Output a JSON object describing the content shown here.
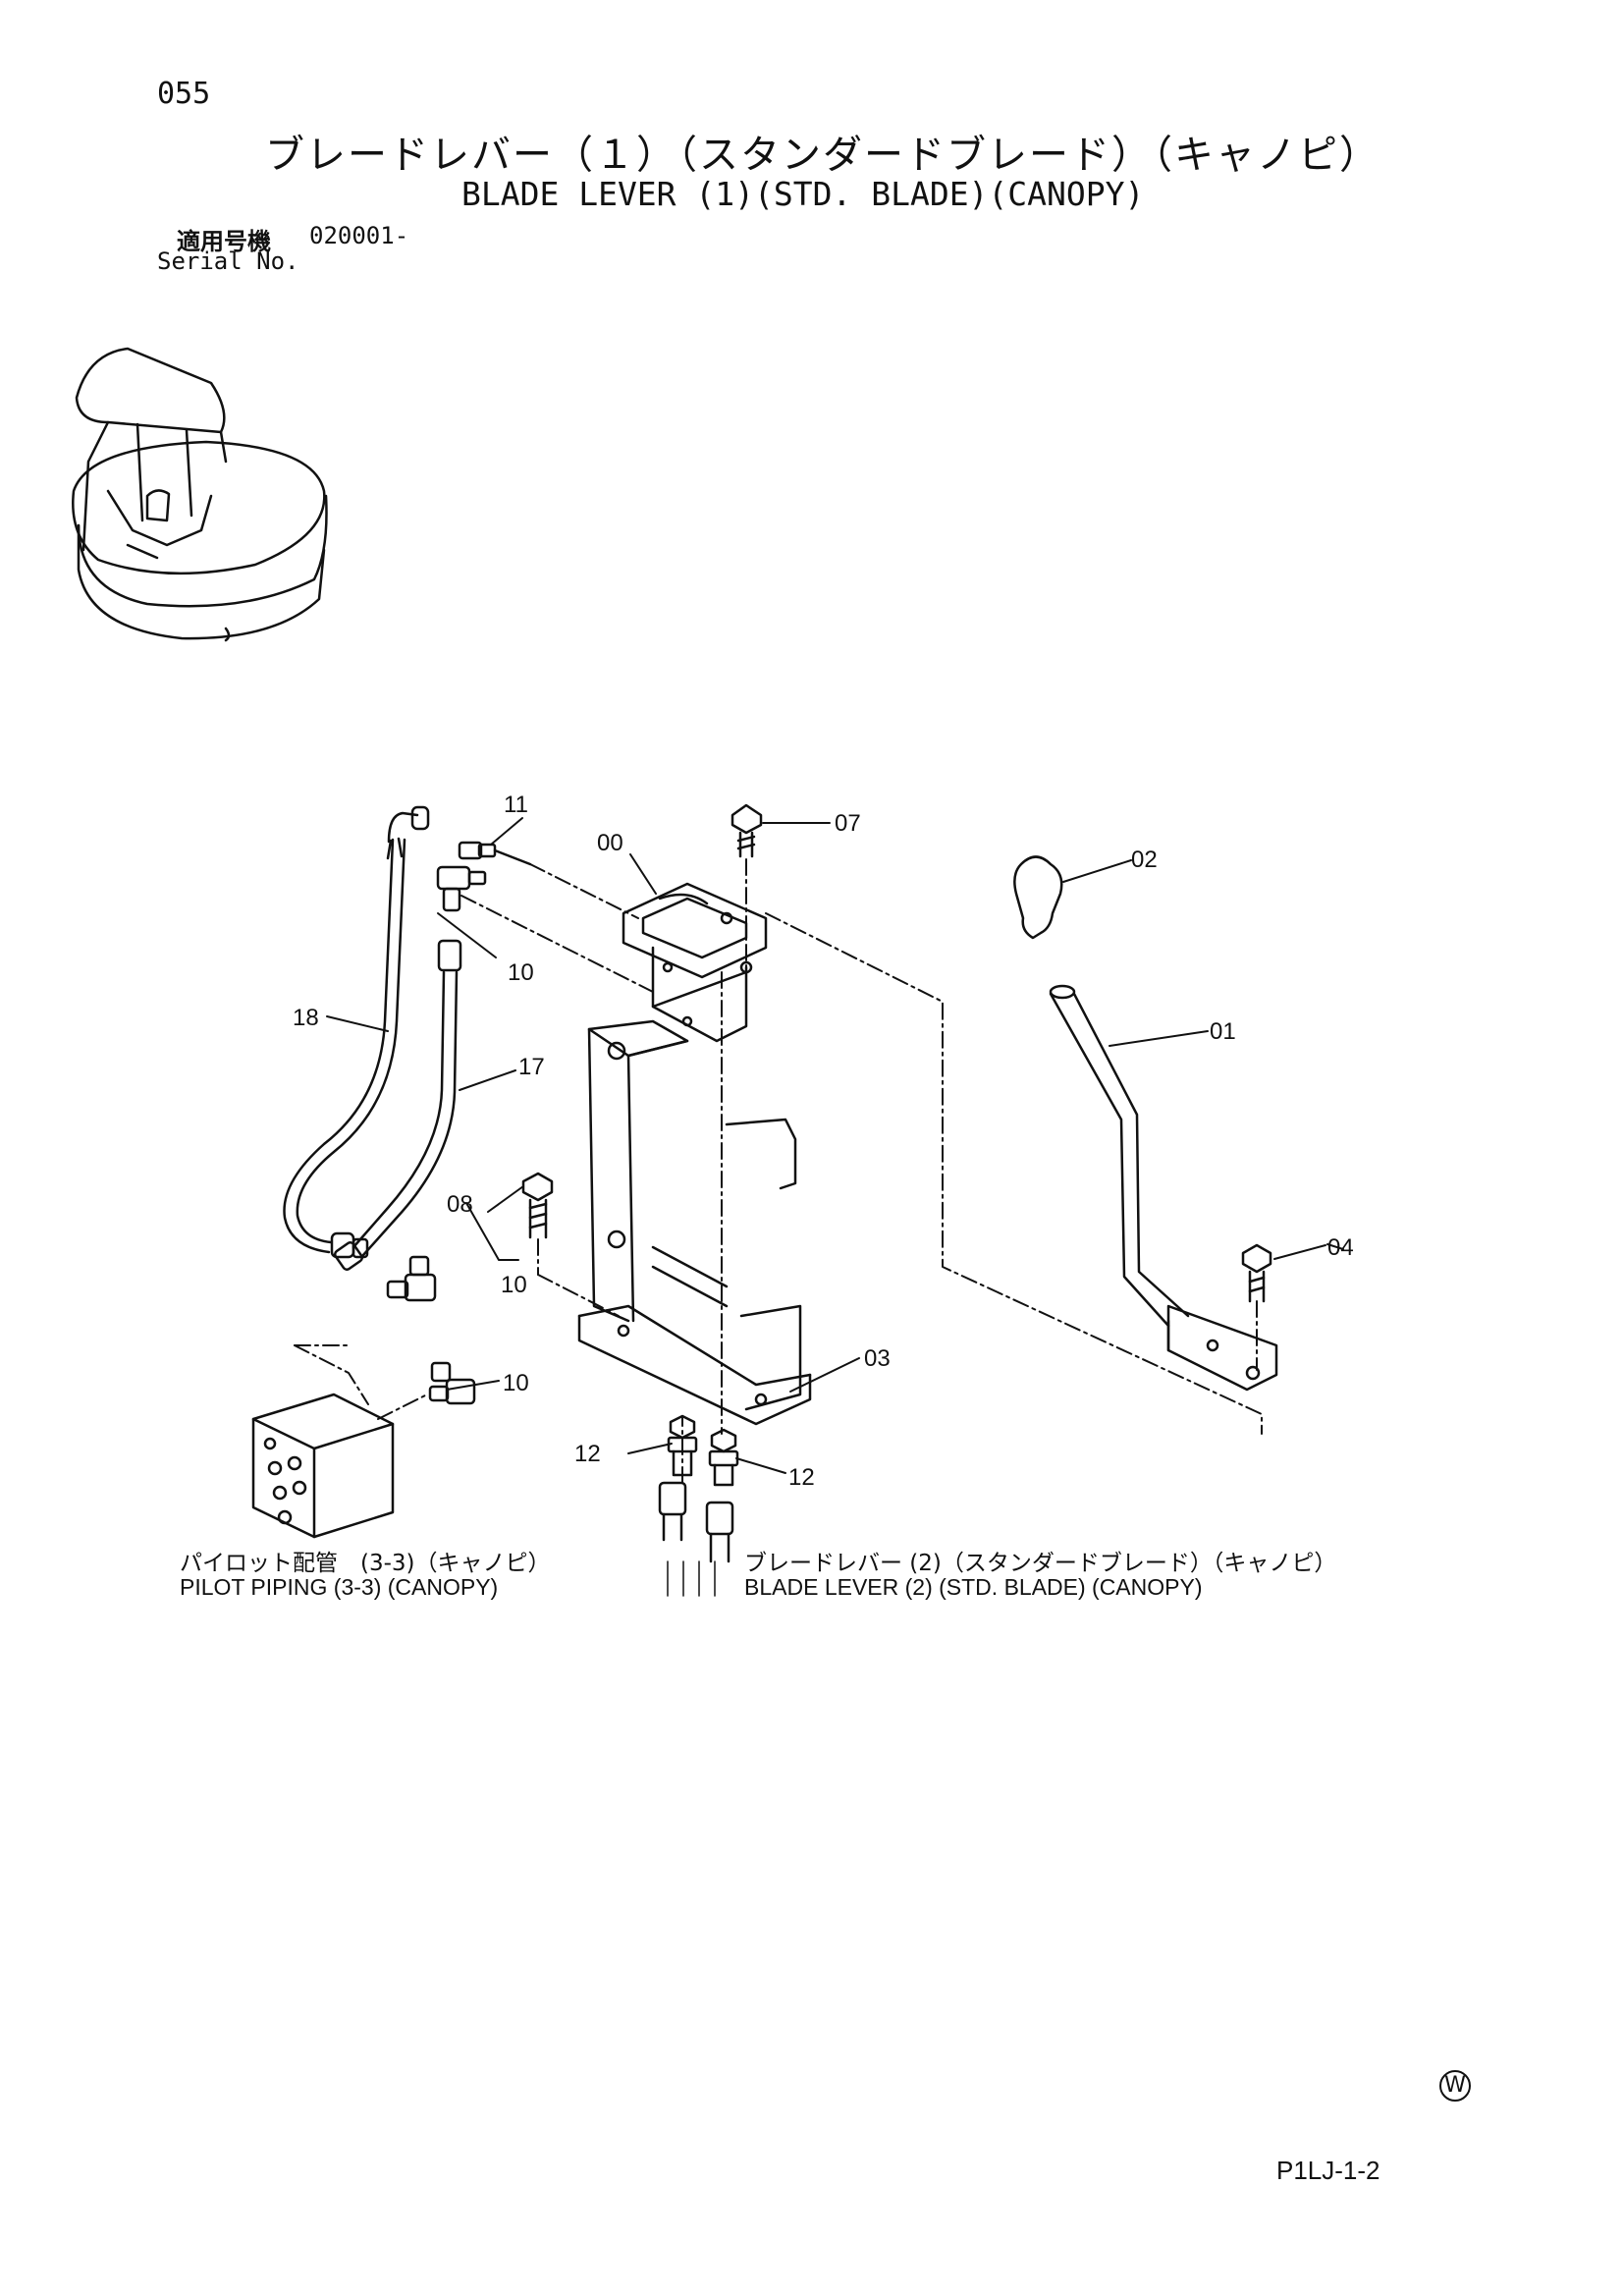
{
  "header": {
    "page_number": "055",
    "title_jp": "ブレードレバー（１）（スタンダードブレード）（キャノピ）",
    "title_en": "BLADE LEVER (1)(STD. BLADE)(CANOPY)",
    "serial_label_jp": "適用号機",
    "serial_value": "020001-",
    "serial_label_en": "Serial No."
  },
  "callouts": {
    "c00": "00",
    "c01": "01",
    "c02": "02",
    "c03": "03",
    "c04": "04",
    "c07": "07",
    "c08": "08",
    "c10a": "10",
    "c10b": "10",
    "c10c": "10",
    "c11": "11",
    "c12a": "12",
    "c12b": "12",
    "c17": "17",
    "c18": "18"
  },
  "references": {
    "left_jp": "パイロット配管　(3-3)（キャノピ）",
    "left_en": "PILOT PIPING (3-3) (CANOPY)",
    "right_jp": "ブレードレバー (2)（スタンダードブレード）（キャノピ）",
    "right_en": "BLADE LEVER (2) (STD. BLADE) (CANOPY)"
  },
  "footer": {
    "w_mark": "W",
    "doc_code": "P1LJ-1-2"
  }
}
